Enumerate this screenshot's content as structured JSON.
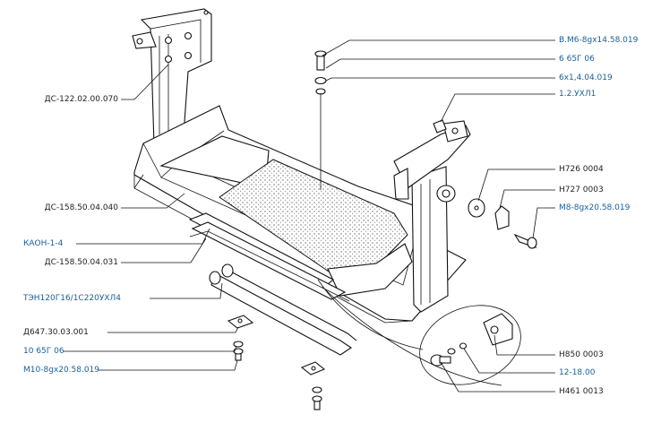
{
  "labels_left": [
    {
      "text": "ДС-122.02.00.070",
      "link": false
    },
    {
      "text": "ДС-158.50.04.040",
      "link": false
    },
    {
      "text": "КАОН-1-4",
      "link": true
    },
    {
      "text": "ДС-158.50.04.031",
      "link": false
    },
    {
      "text": "ТЭН120Г16/1С220УХЛ4",
      "link": true
    },
    {
      "text": "Д647.30.03.001",
      "link": false
    },
    {
      "text": "10 65Г 06",
      "link": true
    },
    {
      "text": "М10-8gх20.58.019",
      "link": true
    }
  ],
  "labels_right": [
    {
      "text": "В.М6-8gх14.58.019",
      "link": true
    },
    {
      "text": "6 65Г 06",
      "link": true
    },
    {
      "text": "6х1,4.04.019",
      "link": true
    },
    {
      "text": "1.2.УХЛ1",
      "link": true
    },
    {
      "text": "Н726 0004",
      "link": false
    },
    {
      "text": "Н727 0003",
      "link": false
    },
    {
      "text": "М8-8gх20.58.019",
      "link": true
    },
    {
      "text": "Н850 0003",
      "link": false
    },
    {
      "text": "12-18.00",
      "link": true
    },
    {
      "text": "Н461 0013",
      "link": false
    }
  ]
}
